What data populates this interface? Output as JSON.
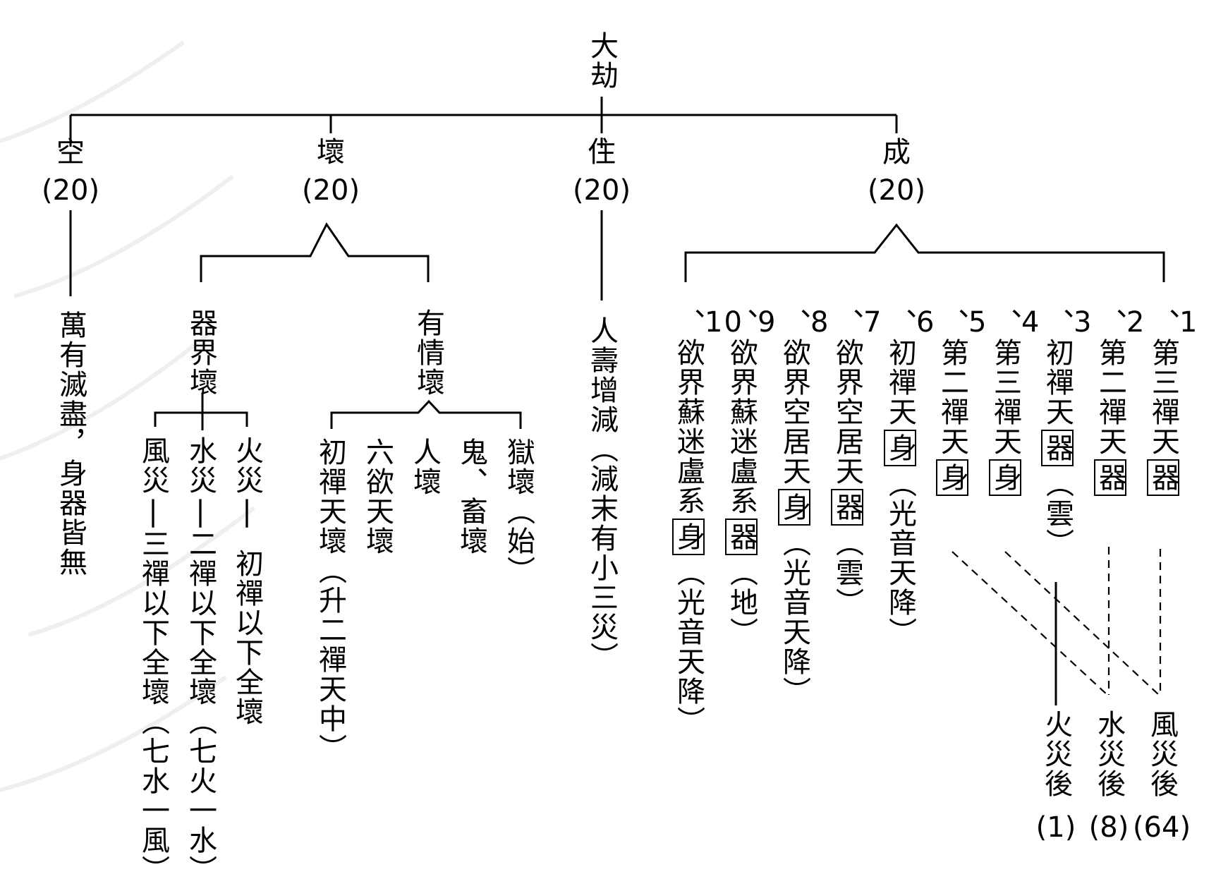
{
  "root": {
    "chars": "大劫"
  },
  "phases": {
    "kong": {
      "name": "空",
      "count": "(20)",
      "desc": "萬有滅盡，身器皆無"
    },
    "huai": {
      "name": "壞",
      "count": "(20)"
    },
    "zhu": {
      "name": "住",
      "count": "(20)",
      "desc": "人壽增減（減末有小三災）"
    },
    "cheng": {
      "name": "成",
      "count": "(20)"
    }
  },
  "huai_branches": {
    "qijie": {
      "label": "器界壞",
      "items": [
        {
          "a": "火災",
          "b": "初禪以下全壞"
        },
        {
          "a": "水災",
          "b": "二禪以下全壞（七火一水）"
        },
        {
          "a": "風災",
          "b": "三禪以下全壞（七水一風）"
        }
      ]
    },
    "youqing": {
      "label": "有情壞",
      "items": [
        {
          "text": "獄壞（始）"
        },
        {
          "text": "鬼、畜壞"
        },
        {
          "text": "人壞"
        },
        {
          "text": "六欲天壞"
        },
        {
          "text": "初禪天壞（升二禪天中）"
        }
      ]
    }
  },
  "cheng_steps": [
    {
      "num": "1",
      "pre": "、第三禪天",
      "box": "器",
      "post": ""
    },
    {
      "num": "2",
      "pre": "、第二禪天",
      "box": "器",
      "post": ""
    },
    {
      "num": "3",
      "pre": "、初禪天",
      "box": "器",
      "post": "（雲）"
    },
    {
      "num": "4",
      "pre": "、第三禪天",
      "box": "身",
      "post": ""
    },
    {
      "num": "5",
      "pre": "、第二禪天",
      "box": "身",
      "post": ""
    },
    {
      "num": "6",
      "pre": "、初禪天",
      "box": "身",
      "post": "（光音天降）"
    },
    {
      "num": "7",
      "pre": "、欲界空居天",
      "box": "器",
      "post": "（雲）"
    },
    {
      "num": "8",
      "pre": "、欲界空居天",
      "box": "身",
      "post": "（光音天降）"
    },
    {
      "num": "9",
      "pre": "、欲界蘇迷盧系",
      "box": "器",
      "post": "（地）"
    },
    {
      "num": "10",
      "pre": "、欲界蘇迷盧系",
      "box": "身",
      "post": "（光音天降）"
    }
  ],
  "after_disasters": [
    {
      "label": "火災後",
      "count": "(1)"
    },
    {
      "label": "水災後",
      "count": "(8)"
    },
    {
      "label": "風災後",
      "count": "(64)"
    }
  ],
  "colors": {
    "ink": "#000000",
    "paper": "#ffffff",
    "watermark": "#eef0f0"
  }
}
